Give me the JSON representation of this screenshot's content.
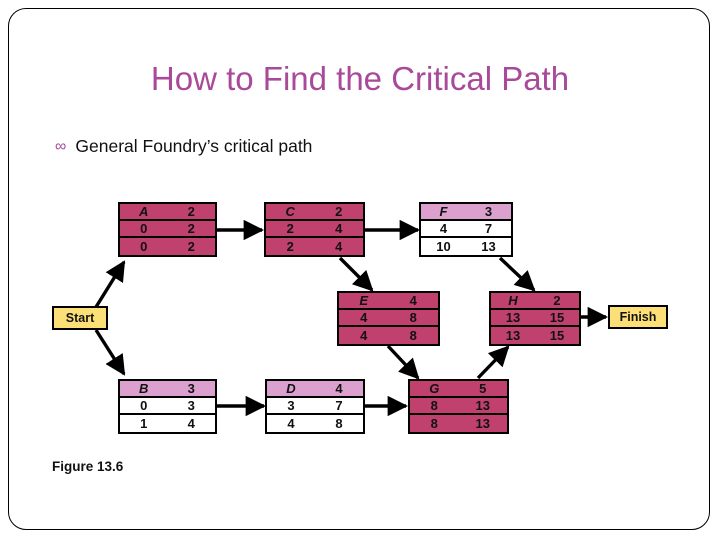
{
  "slide": {
    "title": "How to Find the Critical Path",
    "bullet_glyph": "∞",
    "bullet_text": "General Foundry’s critical path",
    "figure_caption": "Figure 13.6",
    "title_color": "#a8499a",
    "critical_node_color": "#c0406e",
    "slack_header_color": "#dca0cf",
    "endbox_color": "#fcdf76"
  },
  "diagram": {
    "start_label": "Start",
    "finish_label": "Finish",
    "nodes": [
      {
        "id": "A",
        "critical": true,
        "header": {
          "name": "A",
          "duration": "2"
        },
        "early": {
          "start": "0",
          "finish": "2"
        },
        "late": {
          "start": "0",
          "finish": "2"
        }
      },
      {
        "id": "C",
        "critical": true,
        "header": {
          "name": "C",
          "duration": "2"
        },
        "early": {
          "start": "2",
          "finish": "4"
        },
        "late": {
          "start": "2",
          "finish": "4"
        }
      },
      {
        "id": "F",
        "critical": false,
        "header": {
          "name": "F",
          "duration": "3"
        },
        "early": {
          "start": "4",
          "finish": "7"
        },
        "late": {
          "start": "10",
          "finish": "13"
        }
      },
      {
        "id": "E",
        "critical": true,
        "header": {
          "name": "E",
          "duration": "4"
        },
        "early": {
          "start": "4",
          "finish": "8"
        },
        "late": {
          "start": "4",
          "finish": "8"
        }
      },
      {
        "id": "H",
        "critical": true,
        "header": {
          "name": "H",
          "duration": "2"
        },
        "early": {
          "start": "13",
          "finish": "15"
        },
        "late": {
          "start": "13",
          "finish": "15"
        }
      },
      {
        "id": "B",
        "critical": false,
        "header": {
          "name": "B",
          "duration": "3"
        },
        "early": {
          "start": "0",
          "finish": "3"
        },
        "late": {
          "start": "1",
          "finish": "4"
        }
      },
      {
        "id": "D",
        "critical": false,
        "header": {
          "name": "D",
          "duration": "4"
        },
        "early": {
          "start": "3",
          "finish": "7"
        },
        "late": {
          "start": "4",
          "finish": "8"
        }
      },
      {
        "id": "G",
        "critical": true,
        "header": {
          "name": "G",
          "duration": "5"
        },
        "early": {
          "start": "8",
          "finish": "13"
        },
        "late": {
          "start": "8",
          "finish": "13"
        }
      }
    ]
  }
}
